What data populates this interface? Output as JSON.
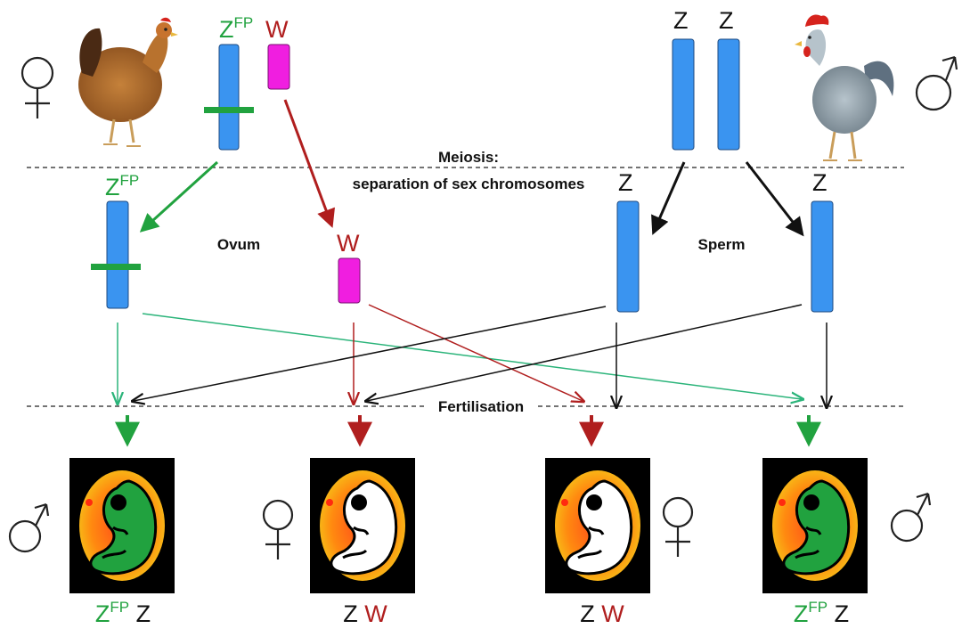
{
  "colors": {
    "green": "#21a23f",
    "red": "#b01e1e",
    "black": "#111111",
    "blue": "#3a94f0",
    "magenta": "#f01ee0",
    "line_green": "#2bb47a"
  },
  "parents": {
    "female": {
      "symbol": "female-symbol",
      "chromosomes": [
        {
          "letter": "Z",
          "superscript": "FP"
        },
        {
          "letter": "W",
          "superscript": ""
        }
      ]
    },
    "male": {
      "symbol": "male-symbol",
      "chromosomes": [
        {
          "letter": "Z",
          "superscript": ""
        },
        {
          "letter": "Z",
          "superscript": ""
        }
      ]
    }
  },
  "labels": {
    "meiosis_line1": "Meiosis:",
    "meiosis_line2": "separation of sex chromosomes",
    "ovum": "Ovum",
    "sperm": "Sperm",
    "fertilisation": "Fertilisation"
  },
  "gametes": {
    "ovum": [
      {
        "letter": "Z",
        "superscript": "FP"
      },
      {
        "letter": "W",
        "superscript": ""
      }
    ],
    "sperm": [
      {
        "letter": "Z",
        "superscript": ""
      },
      {
        "letter": "Z",
        "superscript": ""
      }
    ]
  },
  "offspring": [
    {
      "sex": "male",
      "embryo": "green",
      "genotype": [
        {
          "letter": "Z",
          "superscript": "FP"
        },
        {
          "letter": "Z",
          "superscript": ""
        }
      ]
    },
    {
      "sex": "female",
      "embryo": "white",
      "genotype": [
        {
          "letter": "Z",
          "superscript": ""
        },
        {
          "letter": "W",
          "superscript": ""
        }
      ]
    },
    {
      "sex": "female",
      "embryo": "white",
      "genotype": [
        {
          "letter": "Z",
          "superscript": ""
        },
        {
          "letter": "W",
          "superscript": ""
        }
      ]
    },
    {
      "sex": "male",
      "embryo": "green",
      "genotype": [
        {
          "letter": "Z",
          "superscript": "FP"
        },
        {
          "letter": "Z",
          "superscript": ""
        }
      ]
    }
  ]
}
